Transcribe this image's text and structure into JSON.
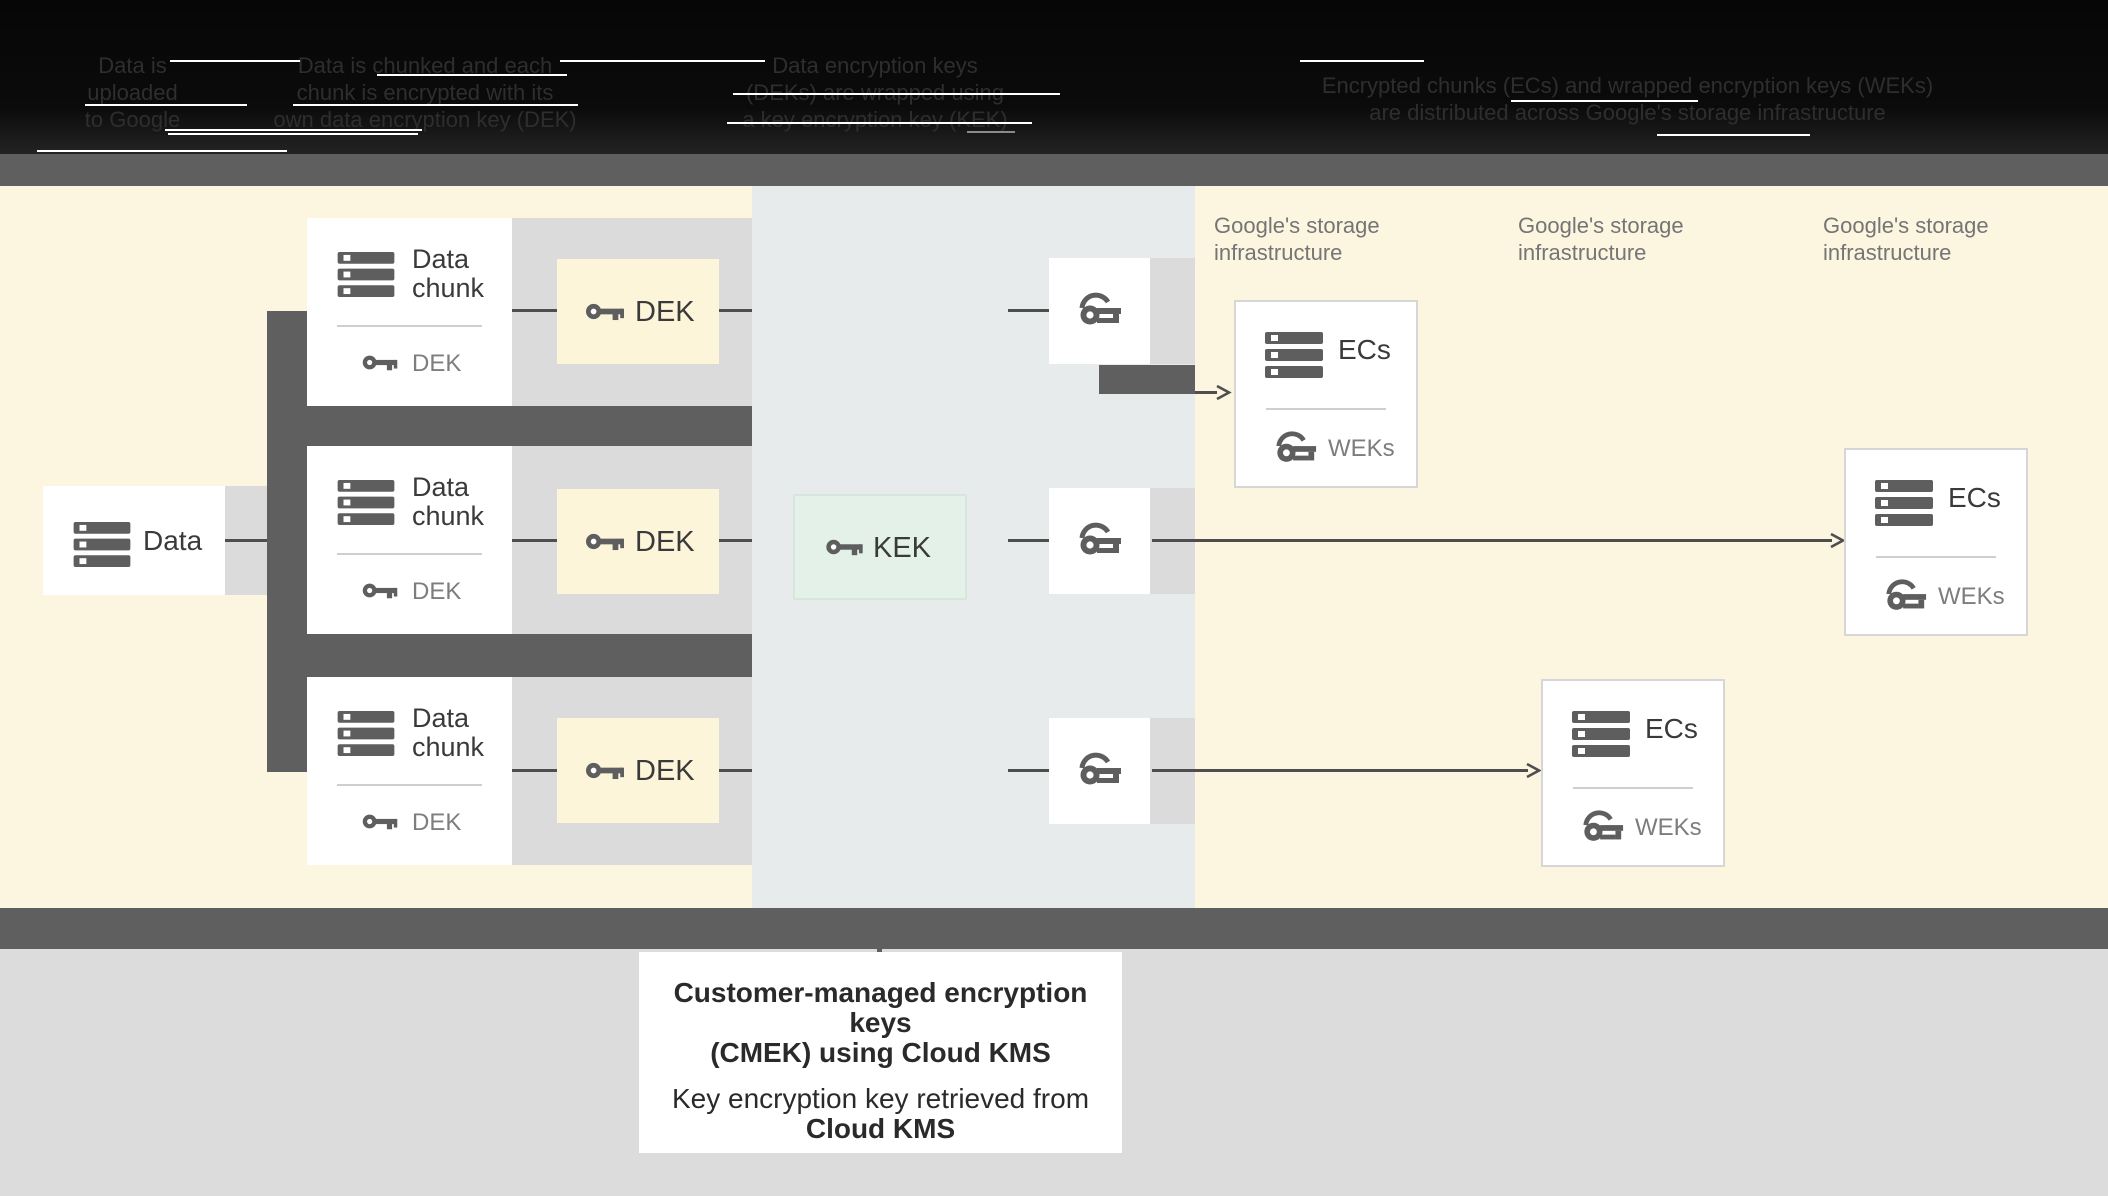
{
  "header": {
    "captions": [
      "Data is\nuploaded\nto Google",
      "Data is chunked and each\nchunk is encrypted with its\nown data encryption key (DEK)",
      "Data encryption keys\n(DEKs) are wrapped using\na key encryption key (KEK)",
      "Encrypted chunks (ECs) and wrapped encryption keys (WEKs)\nare distributed across Google's storage infrastructure"
    ]
  },
  "diagram": {
    "data_box": {
      "label": "Data"
    },
    "chunks": [
      {
        "title": "Data\nchunk",
        "key_label": "DEK"
      },
      {
        "title": "Data\nchunk",
        "key_label": "DEK"
      },
      {
        "title": "Data\nchunk",
        "key_label": "DEK"
      }
    ],
    "dek_boxes": [
      {
        "label": "DEK"
      },
      {
        "label": "DEK"
      },
      {
        "label": "DEK"
      }
    ],
    "kek_box": {
      "label": "KEK"
    },
    "storage_labels": [
      "Google's storage\ninfrastructure",
      "Google's storage\ninfrastructure",
      "Google's storage\ninfrastructure"
    ],
    "ecs_boxes": [
      {
        "title": "ECs",
        "key_label": "WEKs"
      },
      {
        "title": "ECs",
        "key_label": "WEKs"
      },
      {
        "title": "ECs",
        "key_label": "WEKs"
      }
    ]
  },
  "caption_panel": {
    "heading": "Customer-managed encryption keys\n(CMEK) using Cloud KMS",
    "body": "Key encryption key retrieved from",
    "body_bold": "Cloud KMS"
  },
  "colors": {
    "background_yellow": "#FCF5DF",
    "background_blue": "#E8EBEC",
    "band_gray": "#5F5F5F",
    "row_gray": "#DBDBDB",
    "dek_yellow": "#FDF5DA",
    "kek_mint": "#E3F1E9",
    "lower_gray": "#DCDCDC",
    "icon_gray": "#5E5E5E",
    "text_gray": "#757575"
  }
}
